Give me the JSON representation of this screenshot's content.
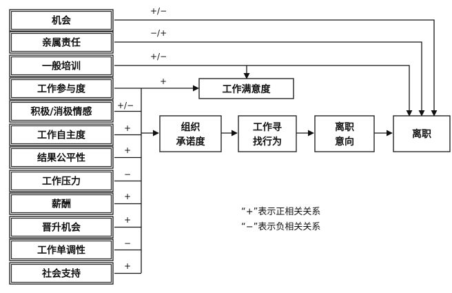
{
  "factors": [
    {
      "id": "f1",
      "label": "机会",
      "sign": "+/−"
    },
    {
      "id": "f2",
      "label": "亲属责任",
      "sign": "−/+"
    },
    {
      "id": "f3",
      "label": "一般培训",
      "sign": "+/−"
    },
    {
      "id": "f4",
      "label": "工作参与度",
      "sign": "+"
    },
    {
      "id": "f5",
      "label": "积极/消极情感",
      "sign": "+/−"
    },
    {
      "id": "f6",
      "label": "工作自主度",
      "sign": "+"
    },
    {
      "id": "f7",
      "label": "结果公平性",
      "sign": "+"
    },
    {
      "id": "f8",
      "label": "工作压力",
      "sign": "−"
    },
    {
      "id": "f9",
      "label": "薪酬",
      "sign": "+"
    },
    {
      "id": "f10",
      "label": "晋升机会",
      "sign": "+"
    },
    {
      "id": "f11",
      "label": "工作单调性",
      "sign": "−"
    },
    {
      "id": "f12",
      "label": "社会支持",
      "sign": "+"
    }
  ],
  "nodes": {
    "satisfaction": "工作满意度",
    "commitment": [
      "组织",
      "承诺度"
    ],
    "search": [
      "工作寻",
      "找行为"
    ],
    "intention": [
      "离职",
      "意向"
    ],
    "turnover": "离职"
  },
  "legend": {
    "positive": "“+”表示正相关关系",
    "negative": "“−”表示负相关关系"
  }
}
